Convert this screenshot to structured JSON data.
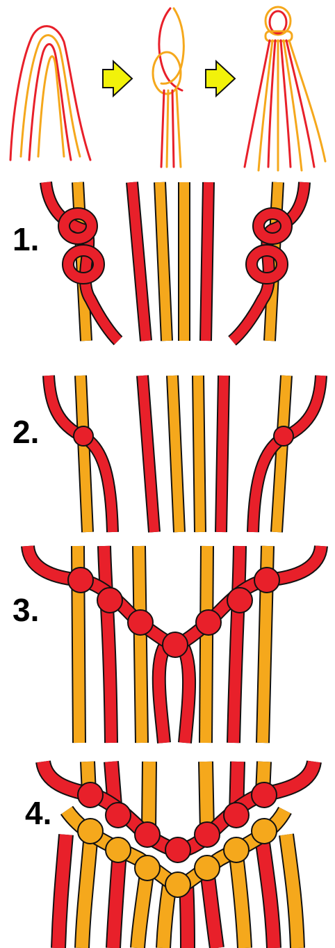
{
  "colors": {
    "red": "#e8202a",
    "orange": "#f5a81c",
    "outline": "#111111",
    "arrow": "#f2f20a",
    "background": "#ffffff"
  },
  "intro": {
    "arrows": [
      "right-arrow-icon",
      "right-arrow-icon"
    ]
  },
  "steps": [
    {
      "label": "1."
    },
    {
      "label": "2."
    },
    {
      "label": "3."
    },
    {
      "label": "4."
    }
  ]
}
